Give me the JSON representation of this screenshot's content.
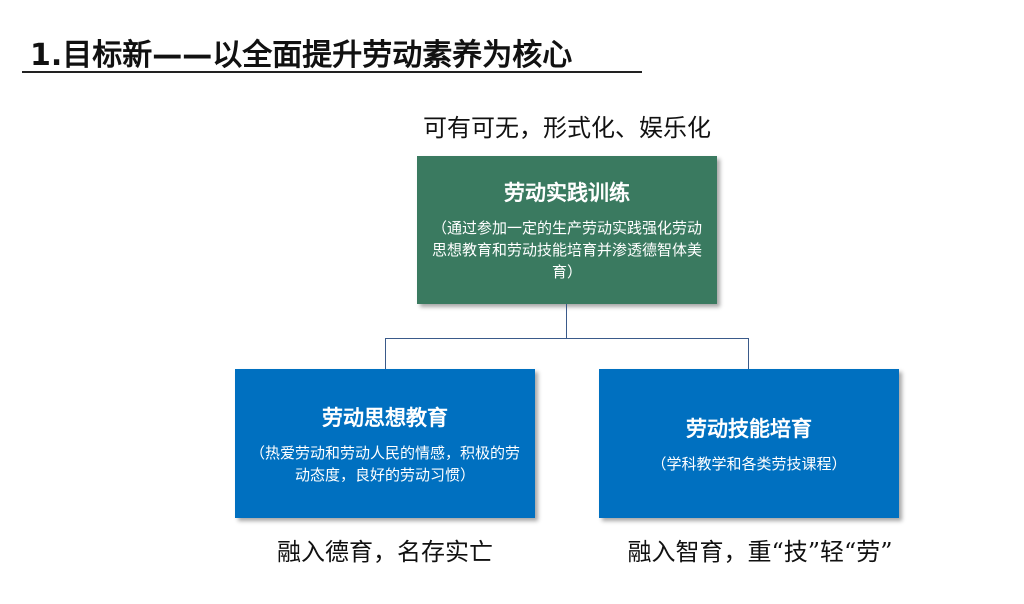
{
  "title": "1.目标新——以全面提升劳动素养为核心",
  "top_label": "可有可无，形式化、娱乐化",
  "root": {
    "title": "劳动实践训练",
    "desc": "（通过参加一定的生产劳动实践强化劳动思想教育和劳动技能培育并渗透德智体美育）",
    "color": "#3a7a60"
  },
  "left": {
    "title": "劳动思想教育",
    "desc": "（热爱劳动和劳动人民的情感，积极的劳动态度，良好的劳动习惯）",
    "color": "#0070c0",
    "caption": "融入德育，名存实亡"
  },
  "right": {
    "title": "劳动技能培育",
    "desc": "（学科教学和各类劳技课程）",
    "color": "#0070c0",
    "caption": "融入智育，重“技”轻“劳”"
  }
}
